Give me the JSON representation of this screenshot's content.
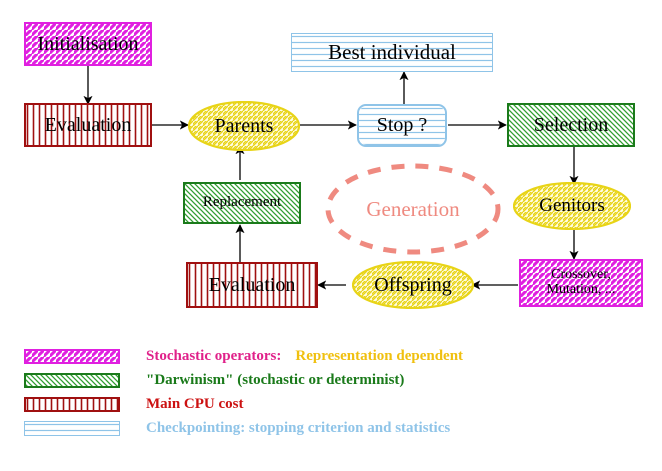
{
  "diagram": {
    "title": "Evolutionary Algorithm Cycle",
    "nodes": {
      "initialisation": {
        "label": "Initialisation",
        "shape": "rect",
        "fill": "magenta-hatch",
        "border": "#e020e0"
      },
      "evaluation_top": {
        "label": "Evaluation",
        "shape": "rect",
        "fill": "red-vertical",
        "border": "#a01010"
      },
      "parents": {
        "label": "Parents",
        "shape": "ellipse",
        "fill": "yellow-hatch",
        "border": "#e8d417"
      },
      "stop": {
        "label": "Stop ?",
        "shape": "rounded-rect",
        "fill": "blue-horizontal",
        "border": "#8fc4e8"
      },
      "best_individual": {
        "label": "Best individual",
        "shape": "rect",
        "fill": "blue-horizontal",
        "border": "#8fc4e8"
      },
      "selection": {
        "label": "Selection",
        "shape": "rect",
        "fill": "green-hatch",
        "border": "#1a7a1a"
      },
      "genitors": {
        "label": "Genitors",
        "shape": "ellipse",
        "fill": "yellow-hatch",
        "border": "#e8d417"
      },
      "crossover_mutation": {
        "label_line1": "Crossover,",
        "label_line2": "Mutation, ...",
        "shape": "rect",
        "fill": "magenta-hatch",
        "border": "#e020e0"
      },
      "offspring": {
        "label": "Offspring",
        "shape": "ellipse",
        "fill": "yellow-hatch",
        "border": "#e8d417"
      },
      "evaluation_bottom": {
        "label": "Evaluation",
        "shape": "rect",
        "fill": "red-vertical",
        "border": "#a01010"
      },
      "replacement": {
        "label": "Replacement",
        "shape": "rect",
        "fill": "green-hatch",
        "border": "#1a7a1a"
      },
      "generation": {
        "label": "Generation",
        "shape": "dashed-ellipse",
        "border": "#ef8a80",
        "text_color": "#ef8a80"
      }
    },
    "edges": [
      {
        "from": "initialisation",
        "to": "evaluation_top"
      },
      {
        "from": "evaluation_top",
        "to": "parents"
      },
      {
        "from": "parents",
        "to": "stop"
      },
      {
        "from": "stop",
        "to": "best_individual"
      },
      {
        "from": "stop",
        "to": "selection"
      },
      {
        "from": "selection",
        "to": "genitors"
      },
      {
        "from": "genitors",
        "to": "crossover_mutation"
      },
      {
        "from": "crossover_mutation",
        "to": "offspring"
      },
      {
        "from": "offspring",
        "to": "evaluation_bottom"
      },
      {
        "from": "evaluation_bottom",
        "to": "replacement"
      },
      {
        "from": "replacement",
        "to": "parents"
      }
    ]
  },
  "legend": {
    "rows": [
      {
        "swatch": "magenta-hatch",
        "swatch_border": "#e020e0",
        "text_primary": "Stochastic operators:",
        "text_primary_color": "#e0218a",
        "text_secondary": "Representation dependent",
        "text_secondary_color": "#f0c010"
      },
      {
        "swatch": "green-hatch",
        "swatch_border": "#1a7a1a",
        "text_primary": "\"Darwinism\" (stochastic or determinist)",
        "text_primary_color": "#1a7a1a",
        "text_secondary": "",
        "text_secondary_color": ""
      },
      {
        "swatch": "red-vertical",
        "swatch_border": "#a01010",
        "text_primary": "Main CPU cost",
        "text_primary_color": "#cc1111",
        "text_secondary": "",
        "text_secondary_color": ""
      },
      {
        "swatch": "blue-horizontal",
        "swatch_border": "#8fc4e8",
        "text_primary": "Checkpointing: stopping criterion and statistics",
        "text_primary_color": "#8fc4e8",
        "text_secondary": "",
        "text_secondary_color": ""
      }
    ]
  },
  "colors": {
    "magenta": "#e020e0",
    "green": "#1a7a1a",
    "dark_red": "#a01010",
    "light_blue": "#8fc4e8",
    "yellow": "#e8d417",
    "salmon": "#ef8a80",
    "arrow": "#000000",
    "background": "#ffffff"
  }
}
